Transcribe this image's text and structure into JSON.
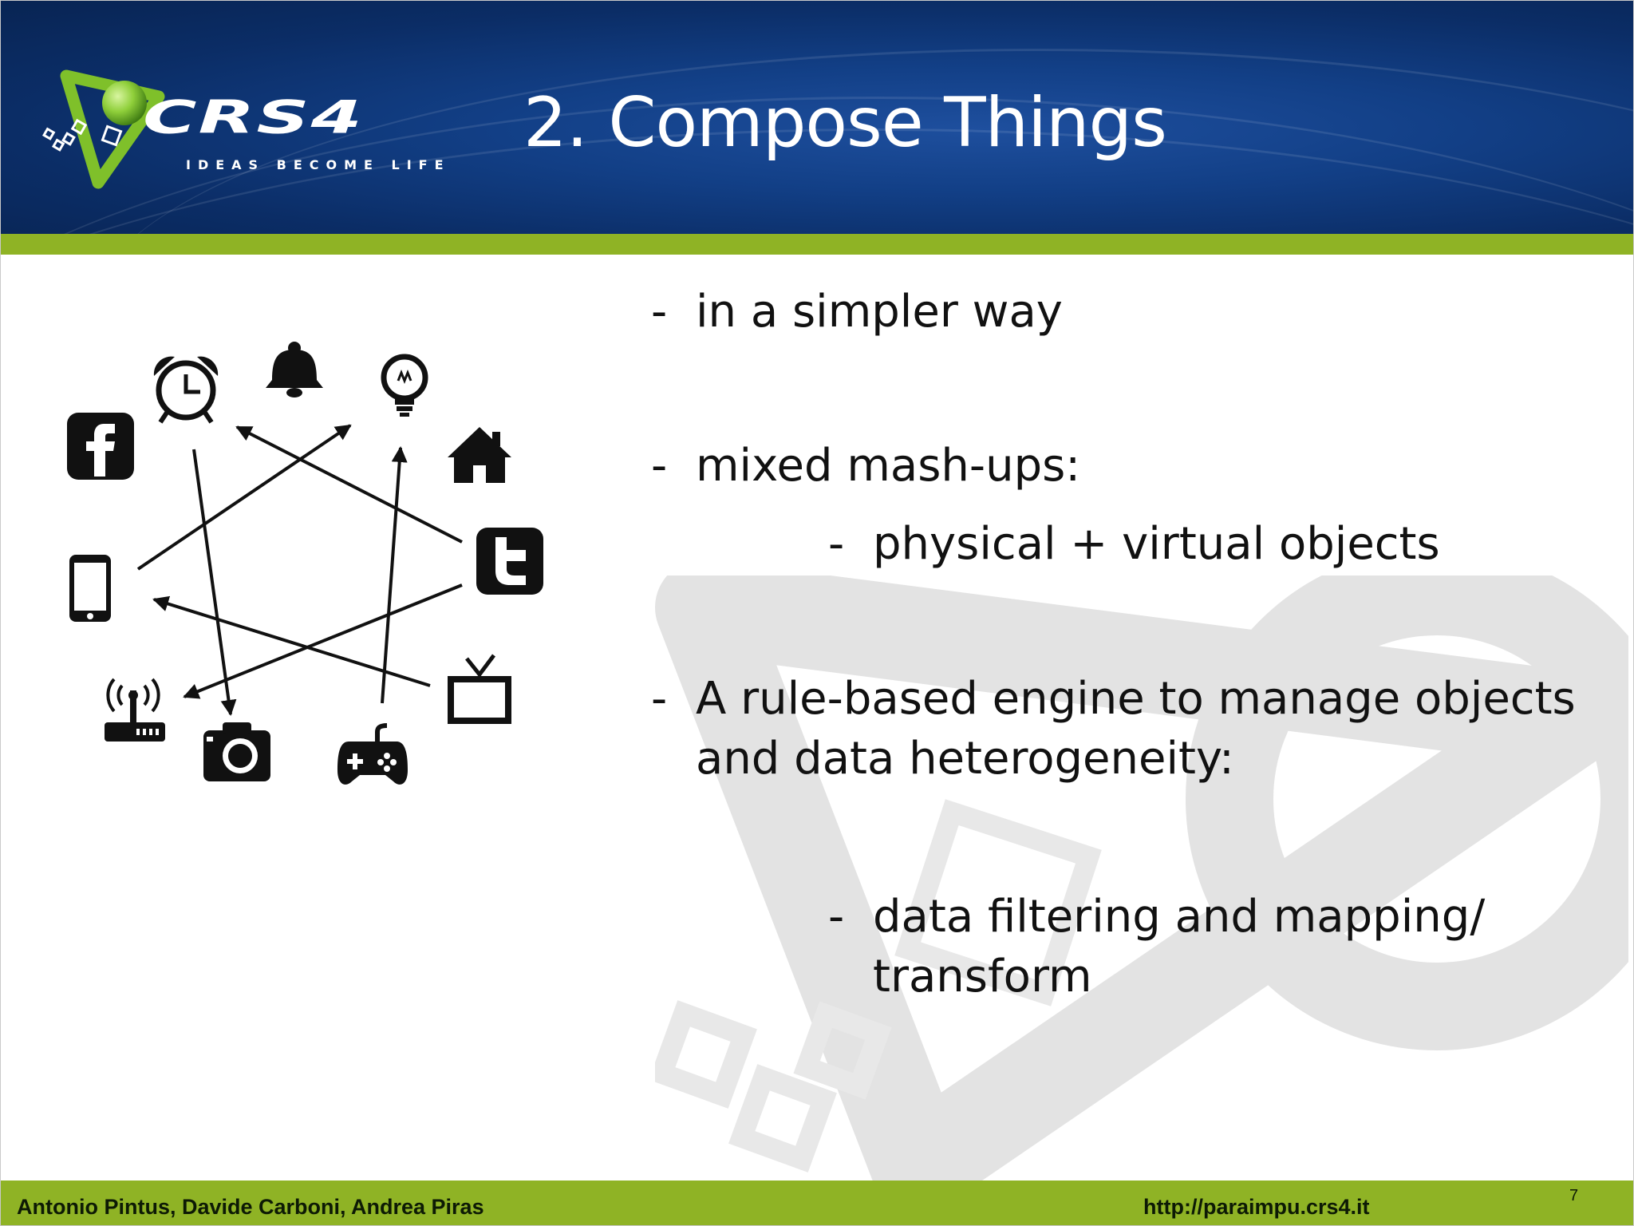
{
  "header": {
    "title": "2. Compose Things",
    "logo_text": "CRS4",
    "logo_tagline": "IDEAS BECOME LIFE"
  },
  "bullets": {
    "b1": {
      "dash": "-",
      "text": "in a simpler way"
    },
    "b2": {
      "dash": "-",
      "text": "mixed mash-ups:"
    },
    "b3": {
      "dash": "-",
      "text": "physical + virtual objects"
    },
    "b4": {
      "dash": "-",
      "line1": "A rule-based engine to manage objects",
      "line2": "and data heterogeneity:"
    },
    "b5": {
      "dash": "-",
      "line1": "data filtering and mapping/",
      "line2": "transform"
    }
  },
  "network_icons": [
    "alarm-clock-icon",
    "bell-icon",
    "lightbulb-icon",
    "house-icon",
    "facebook-icon",
    "smartphone-icon",
    "twitter-icon",
    "wifi-router-icon",
    "camera-icon",
    "gamepad-icon",
    "tv-icon"
  ],
  "footer": {
    "authors": "Antonio Pintus,  Davide Carboni,  Andrea Piras",
    "url": "http://paraimpu.crs4.it",
    "page_number": "7"
  },
  "colors": {
    "header_blue": "#0b2d66",
    "accent_green": "#8fb325",
    "text": "#111111"
  }
}
